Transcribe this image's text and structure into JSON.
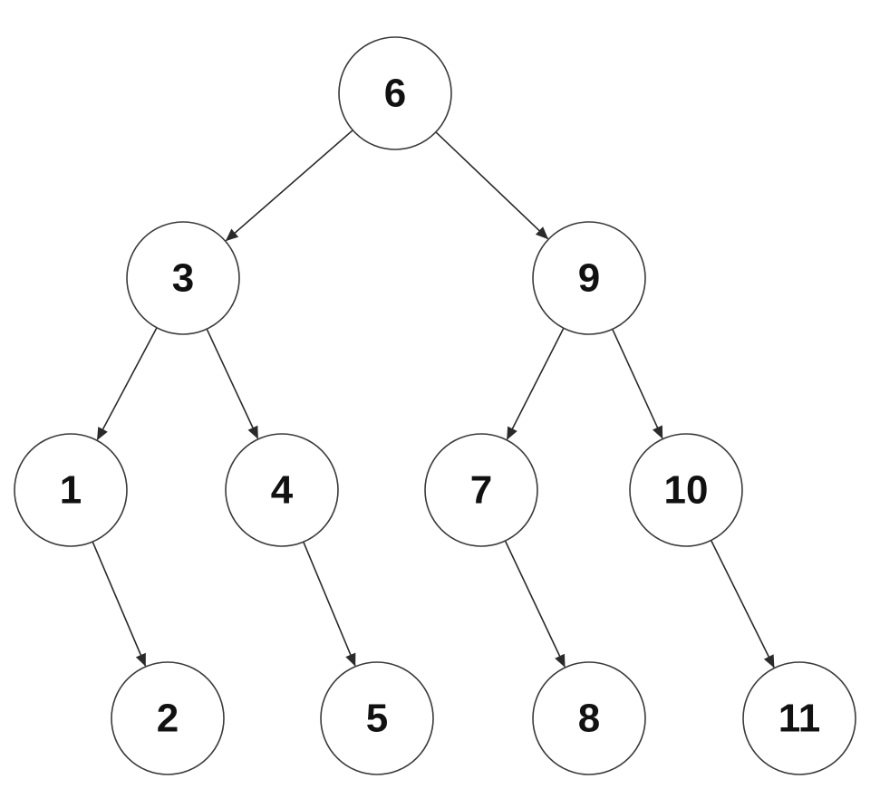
{
  "tree": {
    "nodes": [
      {
        "id": "n6",
        "label": "6"
      },
      {
        "id": "n3",
        "label": "3"
      },
      {
        "id": "n9",
        "label": "9"
      },
      {
        "id": "n1",
        "label": "1"
      },
      {
        "id": "n4",
        "label": "4"
      },
      {
        "id": "n7",
        "label": "7"
      },
      {
        "id": "n10",
        "label": "10"
      },
      {
        "id": "n2",
        "label": "2"
      },
      {
        "id": "n5",
        "label": "5"
      },
      {
        "id": "n8",
        "label": "8"
      },
      {
        "id": "n11",
        "label": "11"
      }
    ],
    "edges": [
      {
        "from": "n6",
        "to": "n3"
      },
      {
        "from": "n6",
        "to": "n9"
      },
      {
        "from": "n3",
        "to": "n1"
      },
      {
        "from": "n3",
        "to": "n4"
      },
      {
        "from": "n9",
        "to": "n7"
      },
      {
        "from": "n9",
        "to": "n10"
      },
      {
        "from": "n1",
        "to": "n2"
      },
      {
        "from": "n4",
        "to": "n5"
      },
      {
        "from": "n7",
        "to": "n8"
      },
      {
        "from": "n10",
        "to": "n11"
      }
    ],
    "colors": {
      "node_fill": "#ffffff",
      "node_stroke": "#3a3a3a",
      "edge": "#2a2a2a",
      "text": "#111111"
    }
  }
}
